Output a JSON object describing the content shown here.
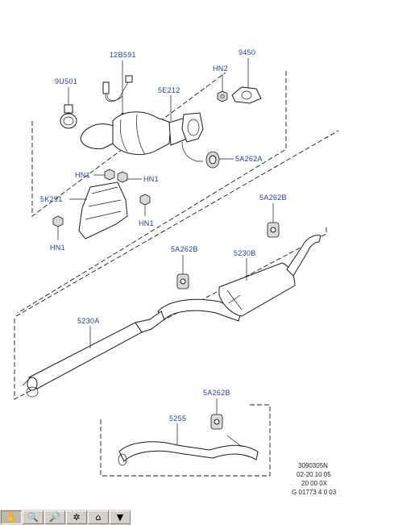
{
  "labels": {
    "l12B591": "12B591",
    "l9450": "9450",
    "l9U501": "9U501",
    "lHN2": "HN2",
    "l5E212": "5E212",
    "l5A262A": "5A262A",
    "lHN1a": "HN1",
    "lHN1b": "HN1",
    "l5K291": "5K291",
    "lHN1c": "HN1",
    "lHN1d": "HN1",
    "l5A262B_1": "5A262B",
    "l5A262B_2": "5A262B",
    "l5230B": "5230B",
    "l5230A": "5230A",
    "l5A262B_3": "5A262B",
    "l5255": "5255"
  },
  "reference": {
    "line1": "3090305N",
    "line2": "02-20 10 05",
    "line3": "20 00 0X",
    "line4": "G 01773 4 0 03"
  },
  "toolbar": {
    "buttons": [
      {
        "name": "pan-tool",
        "glyph": "✋"
      },
      {
        "name": "zoom-in",
        "glyph": "🔍"
      },
      {
        "name": "zoom-out",
        "glyph": "🔎"
      },
      {
        "name": "select-hotspot",
        "glyph": "✲"
      },
      {
        "name": "home",
        "glyph": "⌂"
      },
      {
        "name": "menu",
        "glyph": "▼"
      }
    ]
  }
}
